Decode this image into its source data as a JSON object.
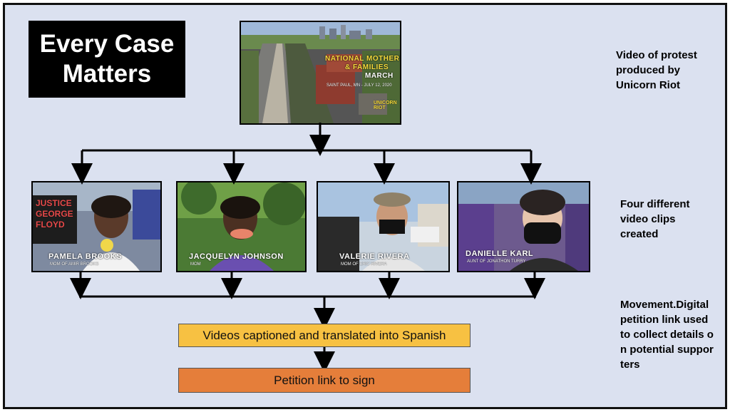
{
  "title": "Every Case Matters",
  "notes": {
    "video": "Video of protest produced by Unicorn Riot",
    "clips": "Four different video clips created",
    "petition": "Movement.Digital petition link used to collect details on potential supporters"
  },
  "main_video": {
    "headline_1": "NATIONAL MOTHERS",
    "headline_2": "& FAMILIES",
    "headline_3": "MARCH",
    "sub": "SAINT PAUL, MN - JULY 12, 2020",
    "logo": "UNICORN RIOT"
  },
  "clips": [
    {
      "name": "PAMELA BROOKS",
      "sub": "MOM OF AMIR BROOKS",
      "sign": "JUSTICE GEORGE FLOYD"
    },
    {
      "name": "JACQUELYN JOHNSON",
      "sub": "MOM"
    },
    {
      "name": "VALERIE RIVERA",
      "sub": "MOM OF ERIC RIVERA"
    },
    {
      "name": "DANIELLE KARL",
      "sub": "AUNT OF JONATHON TURRY"
    }
  ],
  "steps": {
    "captioned": "Videos captioned and translated into Spanish",
    "petition": "Petition link to sign"
  },
  "colors": {
    "background": "#dbe1f0",
    "step1": "#f7c142",
    "step2": "#e57e3a"
  }
}
